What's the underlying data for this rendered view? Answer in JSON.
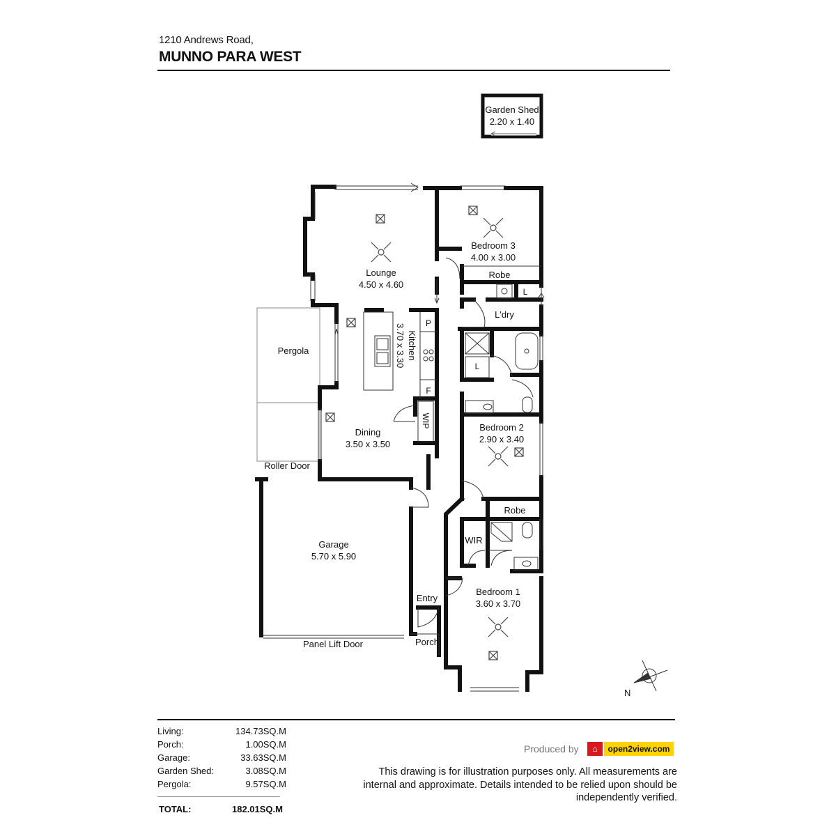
{
  "header": {
    "address": "1210 Andrews Road,",
    "suburb": "MUNNO PARA WEST"
  },
  "rooms": {
    "garden_shed": {
      "name": "Garden Shed",
      "dims": "2.20 x 1.40"
    },
    "bedroom3": {
      "name": "Bedroom 3",
      "dims": "4.00 x 3.00"
    },
    "robe_top": "Robe",
    "l_top": "L",
    "lounge": {
      "name": "Lounge",
      "dims": "4.50 x 4.60"
    },
    "laundry": "L'dry",
    "kitchen": {
      "name": "Kitchen",
      "dims": "3.70 x 3.30"
    },
    "pantry": "P",
    "fridge": "F",
    "wip": "WIP",
    "l_bath": "L",
    "pergola": "Pergola",
    "dining": {
      "name": "Dining",
      "dims": "3.50 x 3.50"
    },
    "bedroom2": {
      "name": "Bedroom 2",
      "dims": "2.90 x 3.40"
    },
    "roller_door": "Roller Door",
    "garage": {
      "name": "Garage",
      "dims": "5.70 x 5.90"
    },
    "robe_mid": "Robe",
    "wir": "WIR",
    "bedroom1": {
      "name": "Bedroom 1",
      "dims": "3.60 x 3.70"
    },
    "entry": "Entry",
    "porch": "Porch",
    "panel_lift_door": "Panel Lift Door"
  },
  "north_label": "N",
  "areas": [
    {
      "label": "Living:",
      "value": "134.73SQ.M"
    },
    {
      "label": "Porch:",
      "value": "1.00SQ.M"
    },
    {
      "label": "Garage:",
      "value": "33.63SQ.M"
    },
    {
      "label": "Garden Shed:",
      "value": "3.08SQ.M"
    },
    {
      "label": "Pergola:",
      "value": "9.57SQ.M"
    }
  ],
  "total": {
    "label": "TOTAL:",
    "value": "182.01SQ.M"
  },
  "produced_by": "Produced by",
  "logo_text": "open2view.com",
  "disclaimer": "This drawing is for illustration purposes only. All measurements are internal and approximate. Details intended to be relied upon should be independently verified."
}
